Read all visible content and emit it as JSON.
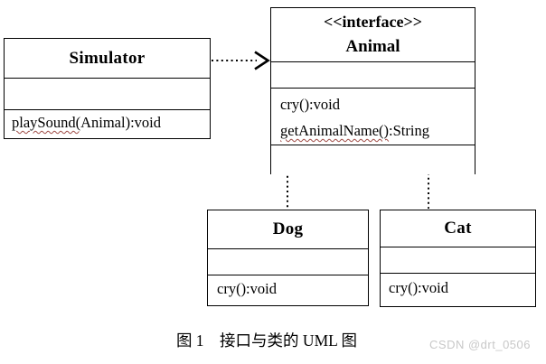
{
  "colors": {
    "line": "#000000",
    "spellcheck_squiggle": "#9e4a44",
    "watermark_text": "#c8c8c8",
    "background": "#ffffff"
  },
  "simulator": {
    "name": "Simulator",
    "method_misspelled_part": "playSound(",
    "method_rest": "Animal):void"
  },
  "animal": {
    "stereotype": "<<interface>>",
    "name": "Animal",
    "method1": "cry():void",
    "method2_misspelled_part": "getAnimalName()",
    "method2_rest": ":String"
  },
  "dog": {
    "name": "Dog",
    "method1": "cry():void"
  },
  "cat": {
    "name": "Cat",
    "method1": "cry():void"
  },
  "caption": "图 1　接口与类的 UML 图",
  "watermark": "CSDN @drt_0506"
}
